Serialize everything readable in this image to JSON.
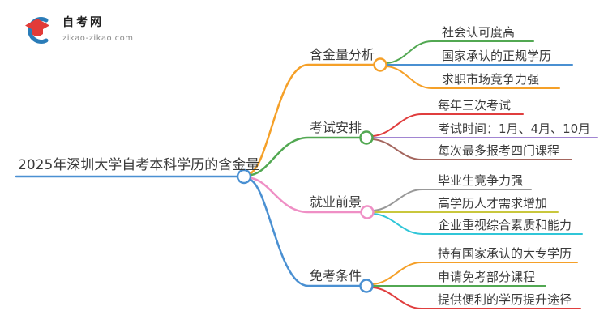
{
  "logo": {
    "title": "自考网",
    "domain": "zikao-zikao.com",
    "blue": "#2a7cb8",
    "red": "#e23b38"
  },
  "palette": {
    "text": "#3a3a3a",
    "background": "#ffffff"
  },
  "mindmap": {
    "root": {
      "label": "2025年深圳大学自考本科学历的含金量",
      "color": "#4a90d2"
    },
    "branches": [
      {
        "label": "含金量分析",
        "color": "#f5a028",
        "children": [
          {
            "label": "社会认可度高",
            "color": "#52a852"
          },
          {
            "label": "国家承认的正规学历",
            "color": "#4a90d2"
          },
          {
            "label": "求职市场竞争力强",
            "color": "#f5a028"
          }
        ]
      },
      {
        "label": "考试安排",
        "color": "#52a852",
        "children": [
          {
            "label": "每年三次考试",
            "color": "#e03e3e"
          },
          {
            "label": "考试时间：1月、4月、10月",
            "color": "#a185d2"
          },
          {
            "label": "每次最多报考四门课程",
            "color": "#a4665e"
          }
        ]
      },
      {
        "label": "就业前景",
        "color": "#ef8fc5",
        "children": [
          {
            "label": "毕业生竞争力强",
            "color": "#999999"
          },
          {
            "label": "高学历人才需求增加",
            "color": "#c9c73c"
          },
          {
            "label": "企业重视综合素质和能力",
            "color": "#30c6d8"
          }
        ]
      },
      {
        "label": "免考条件",
        "color": "#4a90d2",
        "children": [
          {
            "label": "持有国家承认的大专学历",
            "color": "#f5a028"
          },
          {
            "label": "申请免考部分课程",
            "color": "#52a852"
          },
          {
            "label": "提供便利的学历提升途径",
            "color": "#e03e3e"
          }
        ]
      }
    ]
  }
}
